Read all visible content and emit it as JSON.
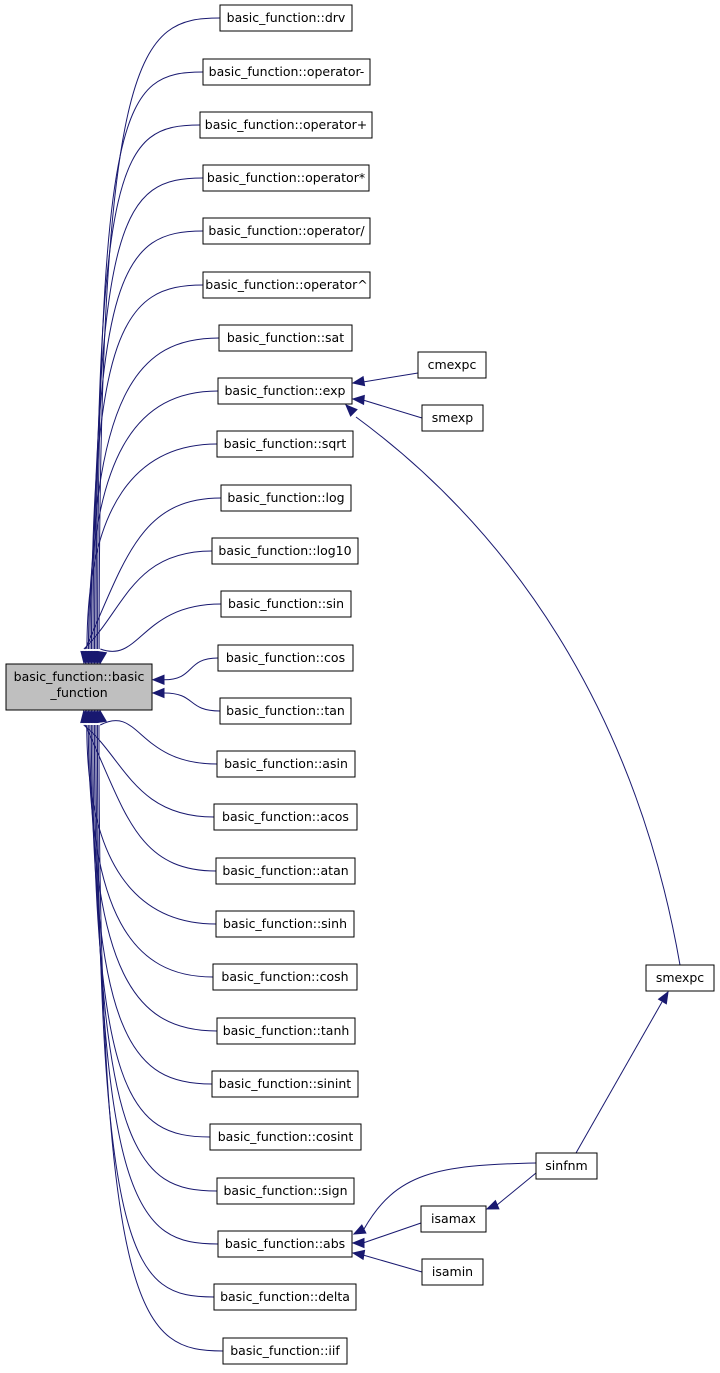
{
  "graph": {
    "root": {
      "lines": [
        "basic_function::basic",
        "_function"
      ],
      "fill": "#bfbfbf"
    },
    "nodes": [
      {
        "id": "drv",
        "label": "basic_function::drv"
      },
      {
        "id": "op_minus",
        "label": "basic_function::operator-"
      },
      {
        "id": "op_plus",
        "label": "basic_function::operator+"
      },
      {
        "id": "op_mul",
        "label": "basic_function::operator*"
      },
      {
        "id": "op_div",
        "label": "basic_function::operator/"
      },
      {
        "id": "op_pow",
        "label": "basic_function::operator^"
      },
      {
        "id": "sat",
        "label": "basic_function::sat"
      },
      {
        "id": "exp",
        "label": "basic_function::exp"
      },
      {
        "id": "sqrt",
        "label": "basic_function::sqrt"
      },
      {
        "id": "log",
        "label": "basic_function::log"
      },
      {
        "id": "log10",
        "label": "basic_function::log10"
      },
      {
        "id": "sin",
        "label": "basic_function::sin"
      },
      {
        "id": "cos",
        "label": "basic_function::cos"
      },
      {
        "id": "tan",
        "label": "basic_function::tan"
      },
      {
        "id": "asin",
        "label": "basic_function::asin"
      },
      {
        "id": "acos",
        "label": "basic_function::acos"
      },
      {
        "id": "atan",
        "label": "basic_function::atan"
      },
      {
        "id": "sinh",
        "label": "basic_function::sinh"
      },
      {
        "id": "cosh",
        "label": "basic_function::cosh"
      },
      {
        "id": "tanh",
        "label": "basic_function::tanh"
      },
      {
        "id": "sinint",
        "label": "basic_function::sinint"
      },
      {
        "id": "cosint",
        "label": "basic_function::cosint"
      },
      {
        "id": "sign",
        "label": "basic_function::sign"
      },
      {
        "id": "abs",
        "label": "basic_function::abs"
      },
      {
        "id": "delta",
        "label": "basic_function::delta"
      },
      {
        "id": "iif",
        "label": "basic_function::iif"
      },
      {
        "id": "cmexpc",
        "label": "cmexpc"
      },
      {
        "id": "smexp",
        "label": "smexp"
      },
      {
        "id": "smexpc",
        "label": "smexpc"
      },
      {
        "id": "sinfnm",
        "label": "sinfnm"
      },
      {
        "id": "isamax",
        "label": "isamax"
      },
      {
        "id": "isamin",
        "label": "isamin"
      }
    ],
    "colors": {
      "edge": "#191970",
      "node_fill": "#ffffff",
      "root_fill": "#bfbfbf",
      "border": "#000000"
    }
  }
}
